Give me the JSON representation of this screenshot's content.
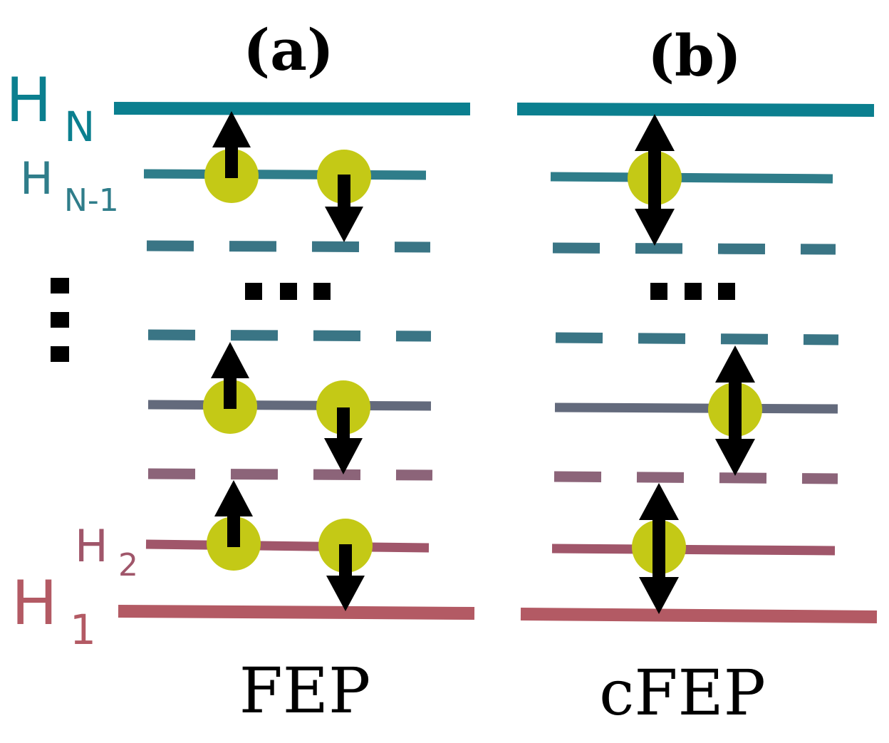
{
  "panels": {
    "a": {
      "label": "(a)",
      "caption": "FEP"
    },
    "b": {
      "label": "(b)",
      "caption": "cFEP"
    }
  },
  "levels": {
    "hn": {
      "base": "H",
      "sub": "N"
    },
    "hn1": {
      "base": "H",
      "sub": "N-1"
    },
    "h2": {
      "base": "H",
      "sub": "2"
    },
    "h1": {
      "base": "H",
      "sub": "1"
    }
  },
  "colors": {
    "teal": "#0b7f8f",
    "teal_mid": "#2f7d8a",
    "teal_dash": "#3a7585",
    "slate": "#636a7c",
    "mauve_dash": "#8c6479",
    "mauve": "#a0566a",
    "rose": "#b35a64",
    "particle": "#c4c916",
    "arrow": "#000000"
  }
}
